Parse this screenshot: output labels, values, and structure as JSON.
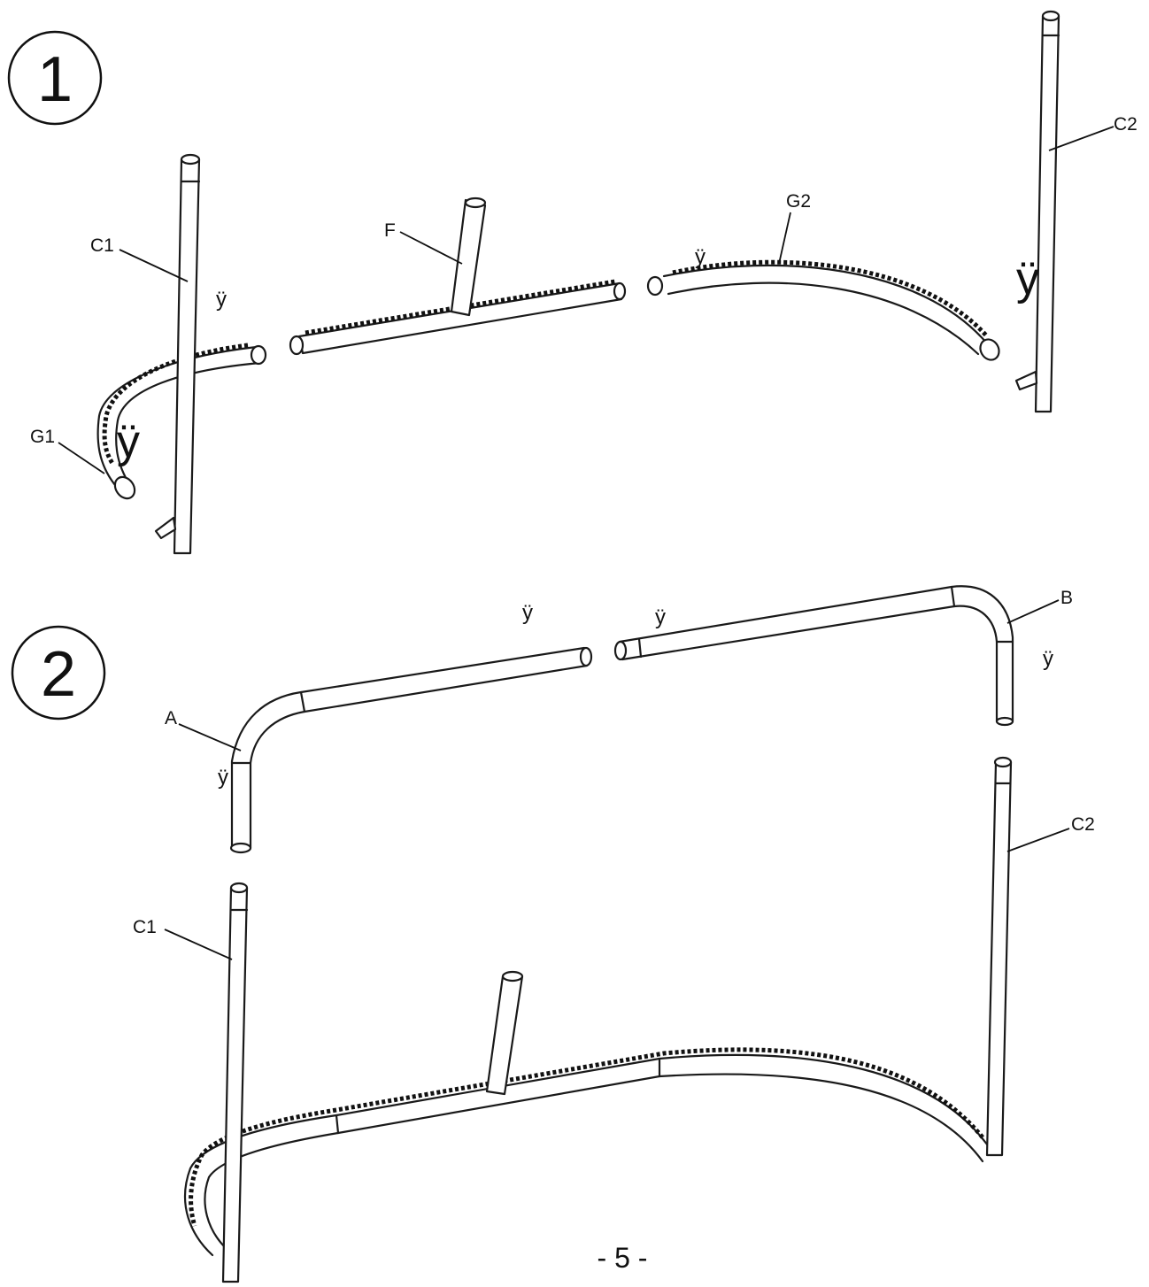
{
  "steps": [
    {
      "number": "1",
      "labels": {
        "c1": "C1",
        "c2": "C2",
        "f": "F",
        "g1": "G1",
        "g2": "G2"
      },
      "markers": [
        "ÿ",
        "ÿ",
        "ÿ",
        "ÿ"
      ]
    },
    {
      "number": "2",
      "labels": {
        "a": "A",
        "b": "B",
        "c1": "C1",
        "c2": "C2"
      },
      "markers": [
        "ÿ",
        "ÿ",
        "ÿ",
        "ÿ"
      ]
    }
  ],
  "page_number": "- 5 -"
}
